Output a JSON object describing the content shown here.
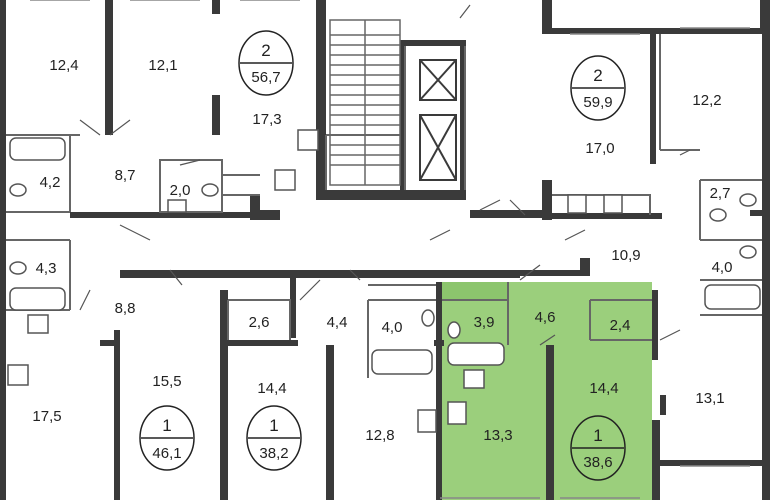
{
  "colors": {
    "wall": "#3a3a3a",
    "highlight": "#9bcf7c",
    "highlight_dark": "#7fbc5f",
    "line": "#666666"
  },
  "rooms": {
    "r_tl1": "12,4",
    "r_tl2": "12,1",
    "r_tl3": "17,3",
    "r_bath_a": "4,2",
    "r_hall_a": "8,7",
    "r_wc_a": "2,0",
    "r_right_kitchen": "17,0",
    "r_right_room": "12,2",
    "r_right_wc": "2,7",
    "r_right_hall": "10,9",
    "r_right_bath": "4,0",
    "r_bath_b": "4,3",
    "r_hall_b": "8,8",
    "r_small_26": "2,6",
    "r_hall_44": "4,4",
    "r_bath_40": "4,0",
    "r_g_bath": "3,9",
    "r_g_hall": "4,6",
    "r_g_closet": "2,4",
    "r_left_kitchen": "15,5",
    "r_left_room": "17,5",
    "r_mid_kitchen": "14,4",
    "r_room_128": "12,8",
    "r_g_kitchen": "13,3",
    "r_g_room": "14,4",
    "r_right_bottom": "13,1"
  },
  "badges": {
    "b1": {
      "rooms": "2",
      "area": "56,7"
    },
    "b2": {
      "rooms": "2",
      "area": "59,9"
    },
    "b3": {
      "rooms": "1",
      "area": "46,1"
    },
    "b4": {
      "rooms": "1",
      "area": "38,2"
    },
    "b5": {
      "rooms": "1",
      "area": "38,6"
    }
  }
}
